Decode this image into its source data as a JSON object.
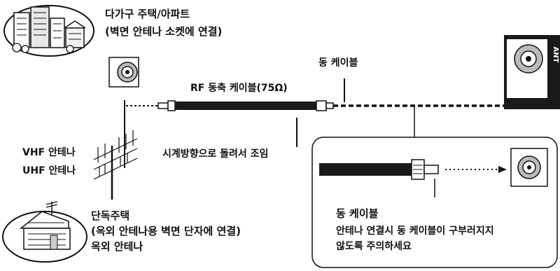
{
  "apartment": {
    "title": "다가구 주택/아파트",
    "subtitle": "(벽면 안테나 소켓에 연결)"
  },
  "cable_top_label": "동 케이블",
  "rf_cable_label": "RF 동축 케이블(75Ω)",
  "tighten_label": "시계방향으로 돌려서 조임",
  "tv_port_label": "ANT",
  "vhf_label": "VHF 안테나",
  "uhf_label": "UHF 안테나",
  "house": {
    "title": "단독주택",
    "subtitle": "(옥외 안테나용 벽면 단자에 연결)",
    "antenna": "옥외 안테나"
  },
  "detail": {
    "cable_label": "동 케이블",
    "note_line1": "안테나 연결시 동 케이블이 구부러지지",
    "note_line2": "않도록 주의하세요"
  },
  "colors": {
    "ink": "#111111",
    "cable": "#1a1a1a",
    "background": "#ffffff"
  }
}
